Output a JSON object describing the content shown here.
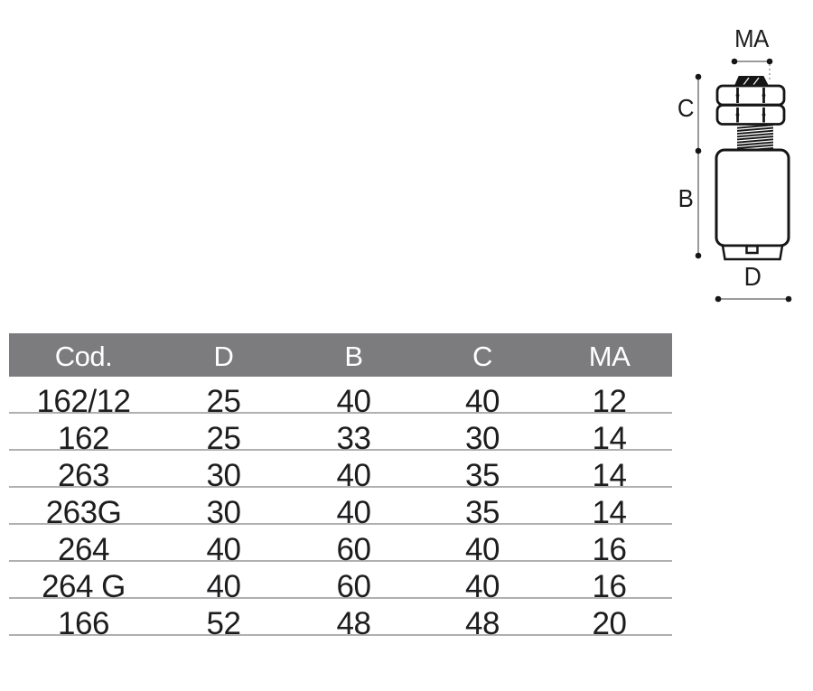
{
  "diagram": {
    "dimension_labels": {
      "top": "MA",
      "upper_left": "C",
      "lower_left": "B",
      "bottom": "D"
    }
  },
  "table": {
    "columns": [
      "Cod.",
      "D",
      "B",
      "C",
      "MA"
    ],
    "rows": [
      [
        "162/12",
        "25",
        "40",
        "40",
        "12"
      ],
      [
        "162",
        "25",
        "33",
        "30",
        "14"
      ],
      [
        "263",
        "30",
        "40",
        "35",
        "14"
      ],
      [
        "263G",
        "30",
        "40",
        "35",
        "14"
      ],
      [
        "264",
        "40",
        "60",
        "40",
        "16"
      ],
      [
        "264 G",
        "40",
        "60",
        "40",
        "16"
      ],
      [
        "166",
        "52",
        "48",
        "48",
        "20"
      ]
    ]
  },
  "colors": {
    "table_header_bg": "#7c7c7e",
    "table_header_text": "#ffffff",
    "row_divider": "#b0b0b0",
    "ink": "#1d1d1f",
    "dim_line": "#9b9b9b"
  }
}
